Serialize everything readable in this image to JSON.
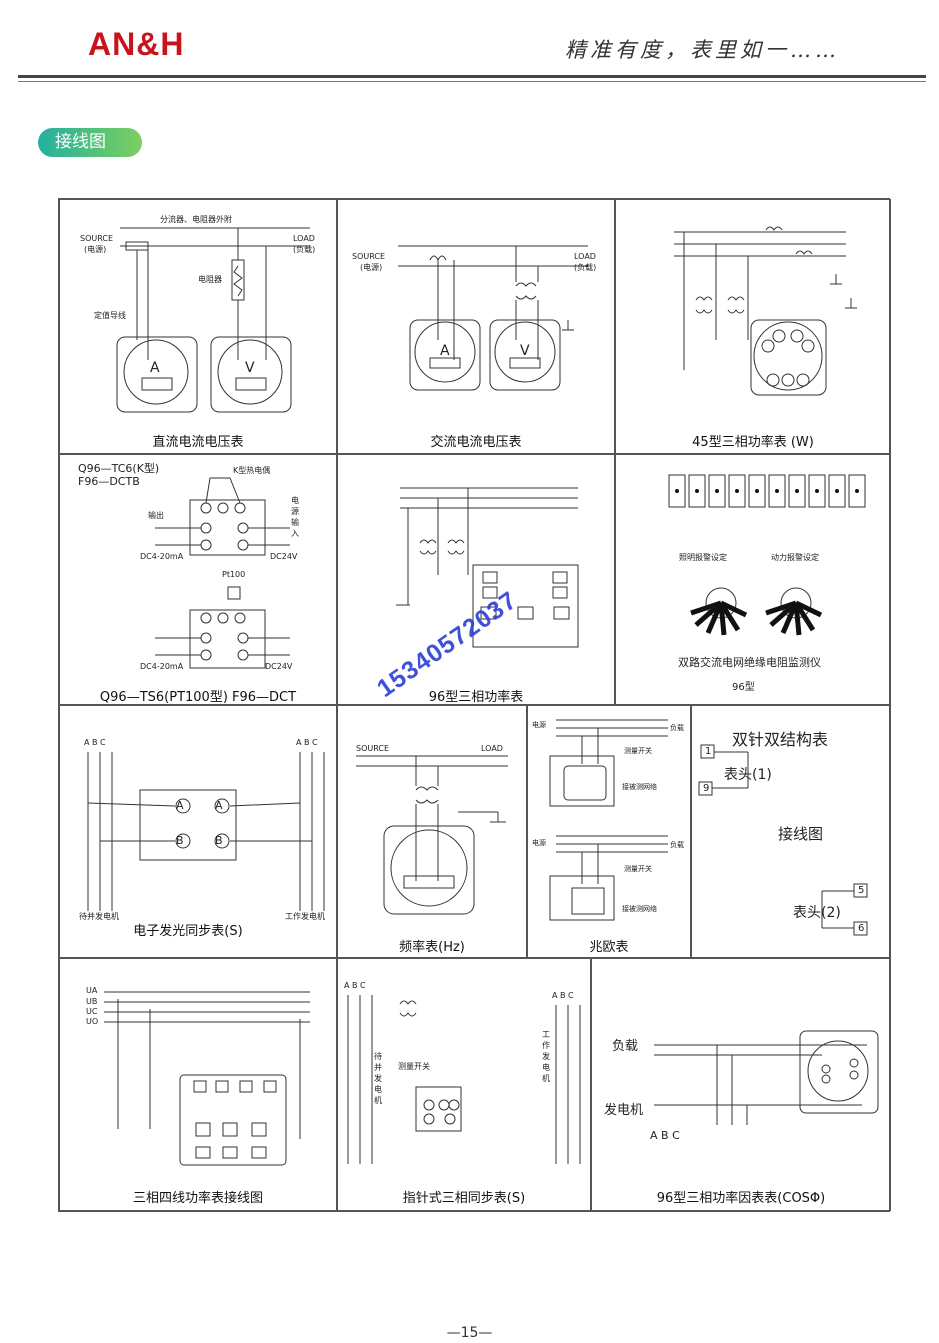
{
  "header": {
    "logo": "AN&H",
    "slogan": "精准有度，表里如一……"
  },
  "section_title": "接线图",
  "cells": {
    "dc": {
      "caption": "直流电流电压表",
      "note": "分流器、电阻器外附",
      "source": "SOURCE",
      "source_cn": "(电源)",
      "load": "LOAD",
      "load_cn": "(负载)",
      "resistor": "电阻器",
      "wire": "定值导线",
      "meter_a": "A",
      "meter_v": "V"
    },
    "ac": {
      "caption": "交流电流电压表",
      "source": "SOURCE",
      "source_cn": "(电源)",
      "load": "LOAD",
      "load_cn": "(负载)",
      "meter_a": "A",
      "meter_v": "V"
    },
    "w45": {
      "caption": "45型三相功率表 (W)"
    },
    "tc6": {
      "title1": "Q96—TC6(K型)",
      "title2": "F96—DCTB",
      "thermo": "K型热电偶",
      "out": "输出",
      "power": "电源输入",
      "dc420": "DC4-20mA",
      "dc24": "DC24V",
      "pt100": "Pt100",
      "caption": "Q96—TS6(PT100型)  F96—DCT"
    },
    "w96": {
      "caption": "96型三相功率表"
    },
    "alarm": {
      "label_light": "照明报警设定",
      "label_power": "动力报警设定",
      "title": "双路交流电网绝缘电阻监测仪",
      "model": "96型"
    },
    "sync_e": {
      "caption": "电子发光同步表(S)",
      "left_gen": "待并发电机",
      "right_gen": "工作发电机",
      "phases": "A  B  C"
    },
    "hz": {
      "caption": "频率表(Hz)",
      "source": "SOURCE",
      "load": "LOAD"
    },
    "mohm": {
      "caption": "兆欧表",
      "supply": "电源",
      "load": "负载",
      "switch": "测量开关",
      "net": "接被测网络"
    },
    "dual": {
      "title": "双针双结构表",
      "head1": "表头(1)",
      "head2": "表头(2)",
      "wiring": "接线图",
      "t1": "1",
      "t9": "9",
      "t5": "5",
      "t6": "6"
    },
    "p34": {
      "caption": "三相四线功率表接线图"
    },
    "sync_n": {
      "caption": "指针式三相同步表(S)",
      "left_gen": "待并发电机",
      "right_gen": "工作发电机",
      "switch": "测量开关"
    },
    "cos": {
      "caption": "96型三相功率因表表(COSΦ)",
      "load": "负载",
      "gen": "发电机",
      "abc": "A  B  C"
    }
  },
  "watermark": "15340572037",
  "page_number": "—15—"
}
